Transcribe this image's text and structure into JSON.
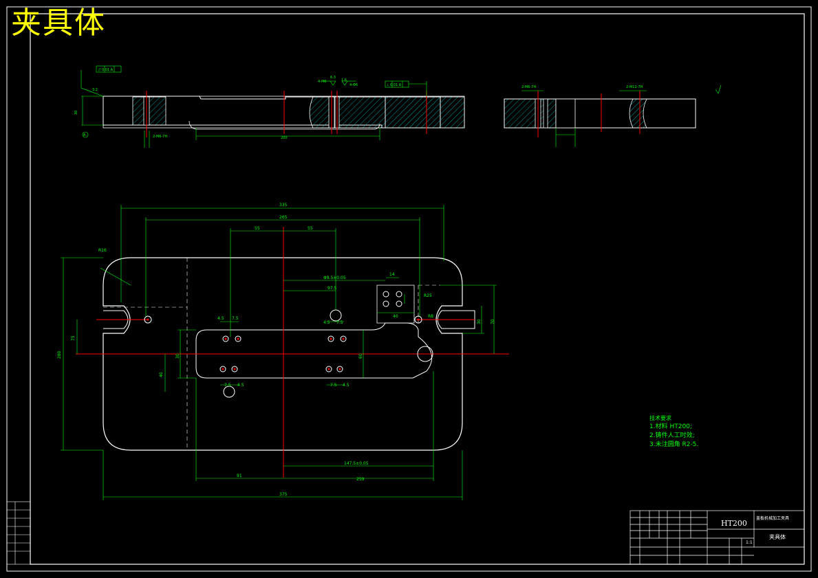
{
  "title_block": {
    "big_title": "夹具体",
    "material": "HT200",
    "drawing_title": "盖板机械加工夹具",
    "part_name": "夹具体",
    "scale": "1:1"
  },
  "tech_notes": {
    "heading": "技术要求",
    "items": [
      "1.材料 HT200;",
      "2.铸件人工时效;",
      "3.未注圆角 R2-5."
    ]
  },
  "dims": {
    "overall_length_top": "335",
    "length_265": "265",
    "half_55_left": "55",
    "half_55_right": "55",
    "dim_9_5": "Φ9.5±0.05",
    "dim_97_5": "97.5",
    "height_280": "280",
    "height_75": "75",
    "height_40": "40",
    "dim_4_5_a": "4.5",
    "dim_7_5_a": "7.5",
    "dim_4_5_b": "4.5",
    "dim_7_5_b": "7.5",
    "dim_14": "14",
    "dim_40_small": "40",
    "dim_R16": "R16",
    "dim_R8": "R8",
    "dim_R25": "R25",
    "dim_14_75": "147.5±0.05",
    "dim_91": "91",
    "dim_259": "259",
    "overall_375": "375",
    "dim_30_right": "30",
    "dim_70_right": "70",
    "dim_60_mid": "60",
    "dim_32_side": "30",
    "top_len": "200",
    "top_height": "30",
    "hole_4_M6": "4-M6",
    "hole_4_6": "4-Φ6",
    "hole_2_M6": "2-M6-7H",
    "hole_2_M12": "2-M12-7H",
    "tol_parallel": "// 0.01 A",
    "tol_perp": "⊥ 0.01 A",
    "rough_6_3": "6.3",
    "rough_1_6": "1.6",
    "rough_3_2": "3.2",
    "datum_A": "A"
  },
  "colors": {
    "outline": "#ffffff",
    "dimension": "#00ff00",
    "center": "#ff0000",
    "title": "#ffff00",
    "hatch": "#00ffff"
  }
}
